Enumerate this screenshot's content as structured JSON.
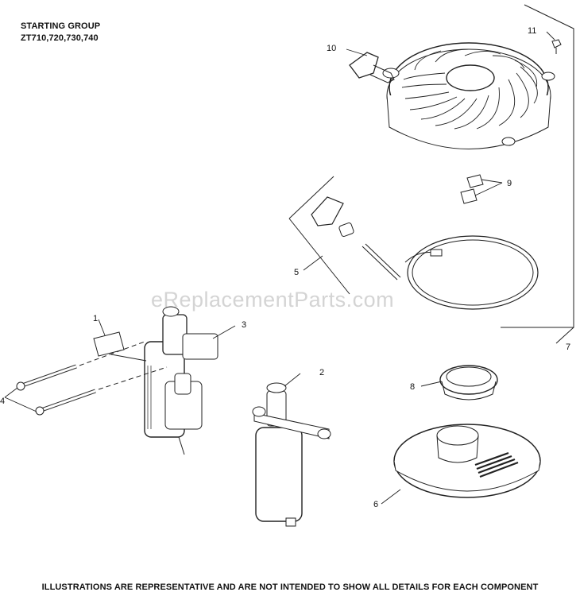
{
  "header": {
    "title": "STARTING GROUP",
    "models": "ZT710,720,730,740"
  },
  "watermark": "eReplacementParts.com",
  "footer": "ILLUSTRATIONS ARE REPRESENTATIVE AND ARE NOT INTENDED TO SHOW ALL DETAILS FOR EACH COMPONENT",
  "callouts": {
    "c1": "1",
    "c2": "2",
    "c3": "3",
    "c4": "4",
    "c5": "5",
    "c6": "6",
    "c7": "7",
    "c8": "8",
    "c9": "9",
    "c10": "10",
    "c11": "11"
  }
}
